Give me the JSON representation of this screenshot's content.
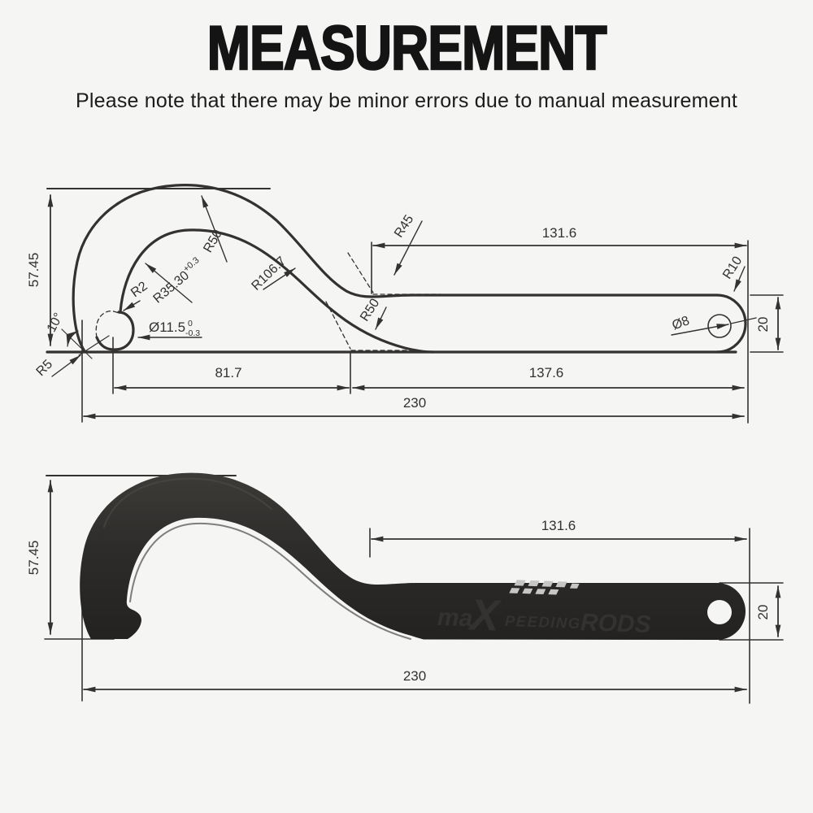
{
  "header": {
    "title": "MEASUREMENT",
    "subtitle": "Please note that there may be minor errors due to manual measurement"
  },
  "top_drawing": {
    "height": "57.45",
    "r50_outer": "R50",
    "r35_30": "R35.30",
    "r35_30_tol": "+0.3",
    "r2": "R2",
    "r106_7": "R106.7",
    "r45": "R45",
    "r50_inner": "R50",
    "len_131_6": "131.6",
    "r10": "R10",
    "dia_8": "Ø8",
    "width_20": "20",
    "dia_11_5": "Ø11.5",
    "dia_11_5_tol_upper": "0",
    "dia_11_5_tol_lower": "-0.3",
    "angle_10": "10°",
    "r5": "R5",
    "len_81_7": "81.7",
    "len_137_6": "137.6",
    "len_230": "230"
  },
  "bottom_drawing": {
    "height": "57.45",
    "len_131_6": "131.6",
    "width_20": "20",
    "len_230": "230",
    "brand": {
      "part_ma": "ma",
      "part_x": "X",
      "part_peeding": "PEEDING",
      "part_rods": "RODS"
    }
  },
  "colors": {
    "background": "#f5f5f3",
    "line": "#343230",
    "wrench_body": "#2d2c2a",
    "logo": "#c6c6c4"
  }
}
